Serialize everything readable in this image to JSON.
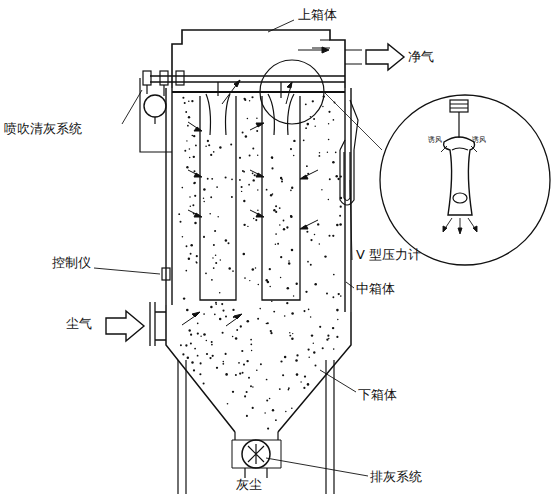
{
  "diagram": {
    "labels": [
      "上箱体",
      "净气",
      "喷吹清灰系统",
      "控制仪",
      "尘气",
      "V 型压力计",
      "中箱体",
      "下箱体",
      "排灰系统",
      "灰尘",
      "诱风",
      "诱风"
    ]
  }
}
